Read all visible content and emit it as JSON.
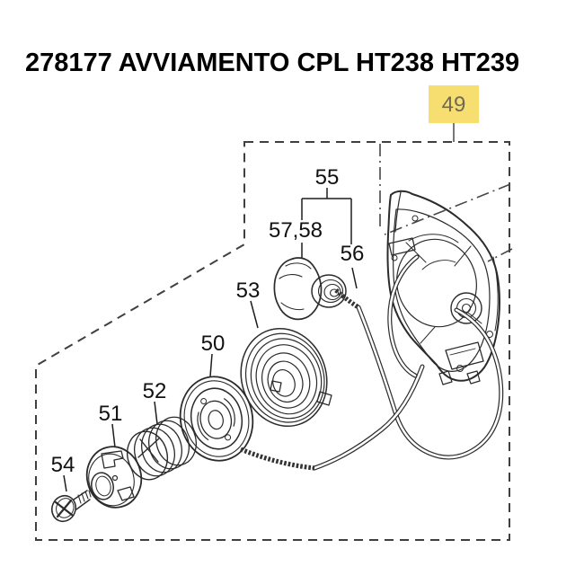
{
  "title": "278177 AVVIAMENTO CPL HT238 HT239",
  "highlight": {
    "label": "49",
    "bg": "#F6DF70",
    "text_color": "#6F6A54"
  },
  "labels": [
    {
      "id": "55",
      "text": "55"
    },
    {
      "id": "57-58",
      "text": "57,58"
    },
    {
      "id": "56",
      "text": "56"
    },
    {
      "id": "53",
      "text": "53"
    },
    {
      "id": "50",
      "text": "50"
    },
    {
      "id": "52",
      "text": "52"
    },
    {
      "id": "51",
      "text": "51"
    },
    {
      "id": "54",
      "text": "54"
    }
  ],
  "colors": {
    "drawing_line": "#2b2b2b",
    "dashed_border": "#3f3f3f",
    "highlight_bg": "#F6DF70",
    "highlight_text": "#6F6A54",
    "label_text": "#111111",
    "background": "#ffffff"
  }
}
